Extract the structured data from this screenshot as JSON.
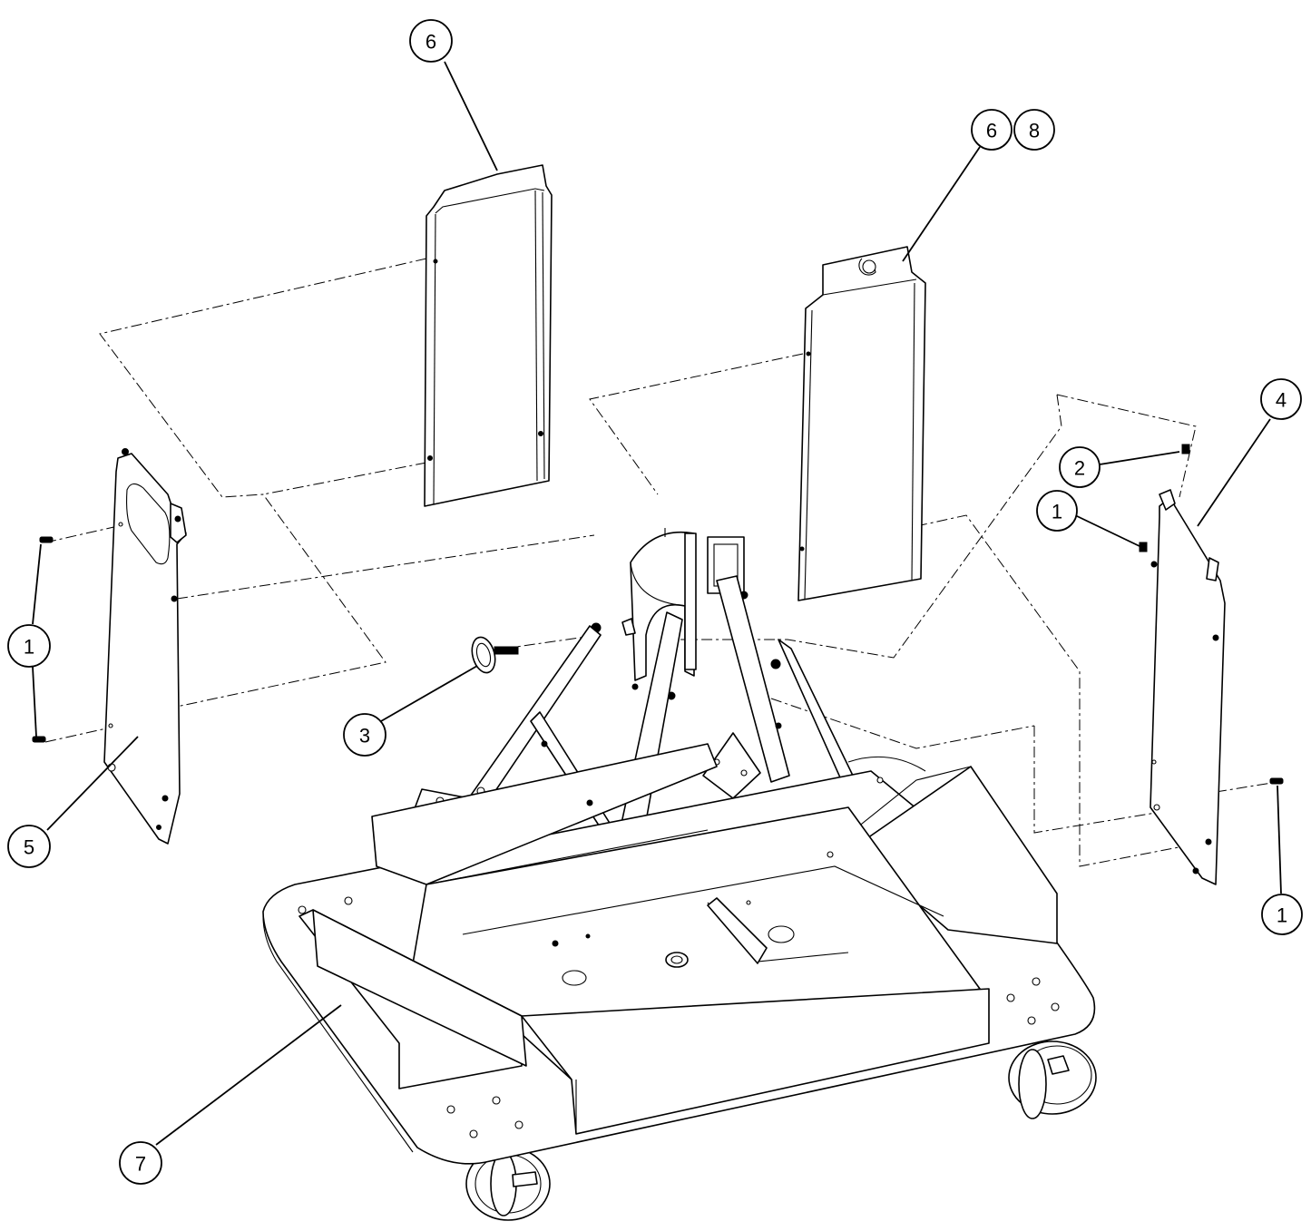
{
  "callouts": [
    {
      "id": "c6a",
      "label": "6"
    },
    {
      "id": "c6b",
      "label": "6"
    },
    {
      "id": "c8",
      "label": "8"
    },
    {
      "id": "c4",
      "label": "4"
    },
    {
      "id": "c2",
      "label": "2"
    },
    {
      "id": "c1r",
      "label": "1"
    },
    {
      "id": "c1l",
      "label": "1"
    },
    {
      "id": "c3",
      "label": "3"
    },
    {
      "id": "c5",
      "label": "5"
    },
    {
      "id": "c1b",
      "label": "1"
    },
    {
      "id": "c7",
      "label": "7"
    }
  ]
}
